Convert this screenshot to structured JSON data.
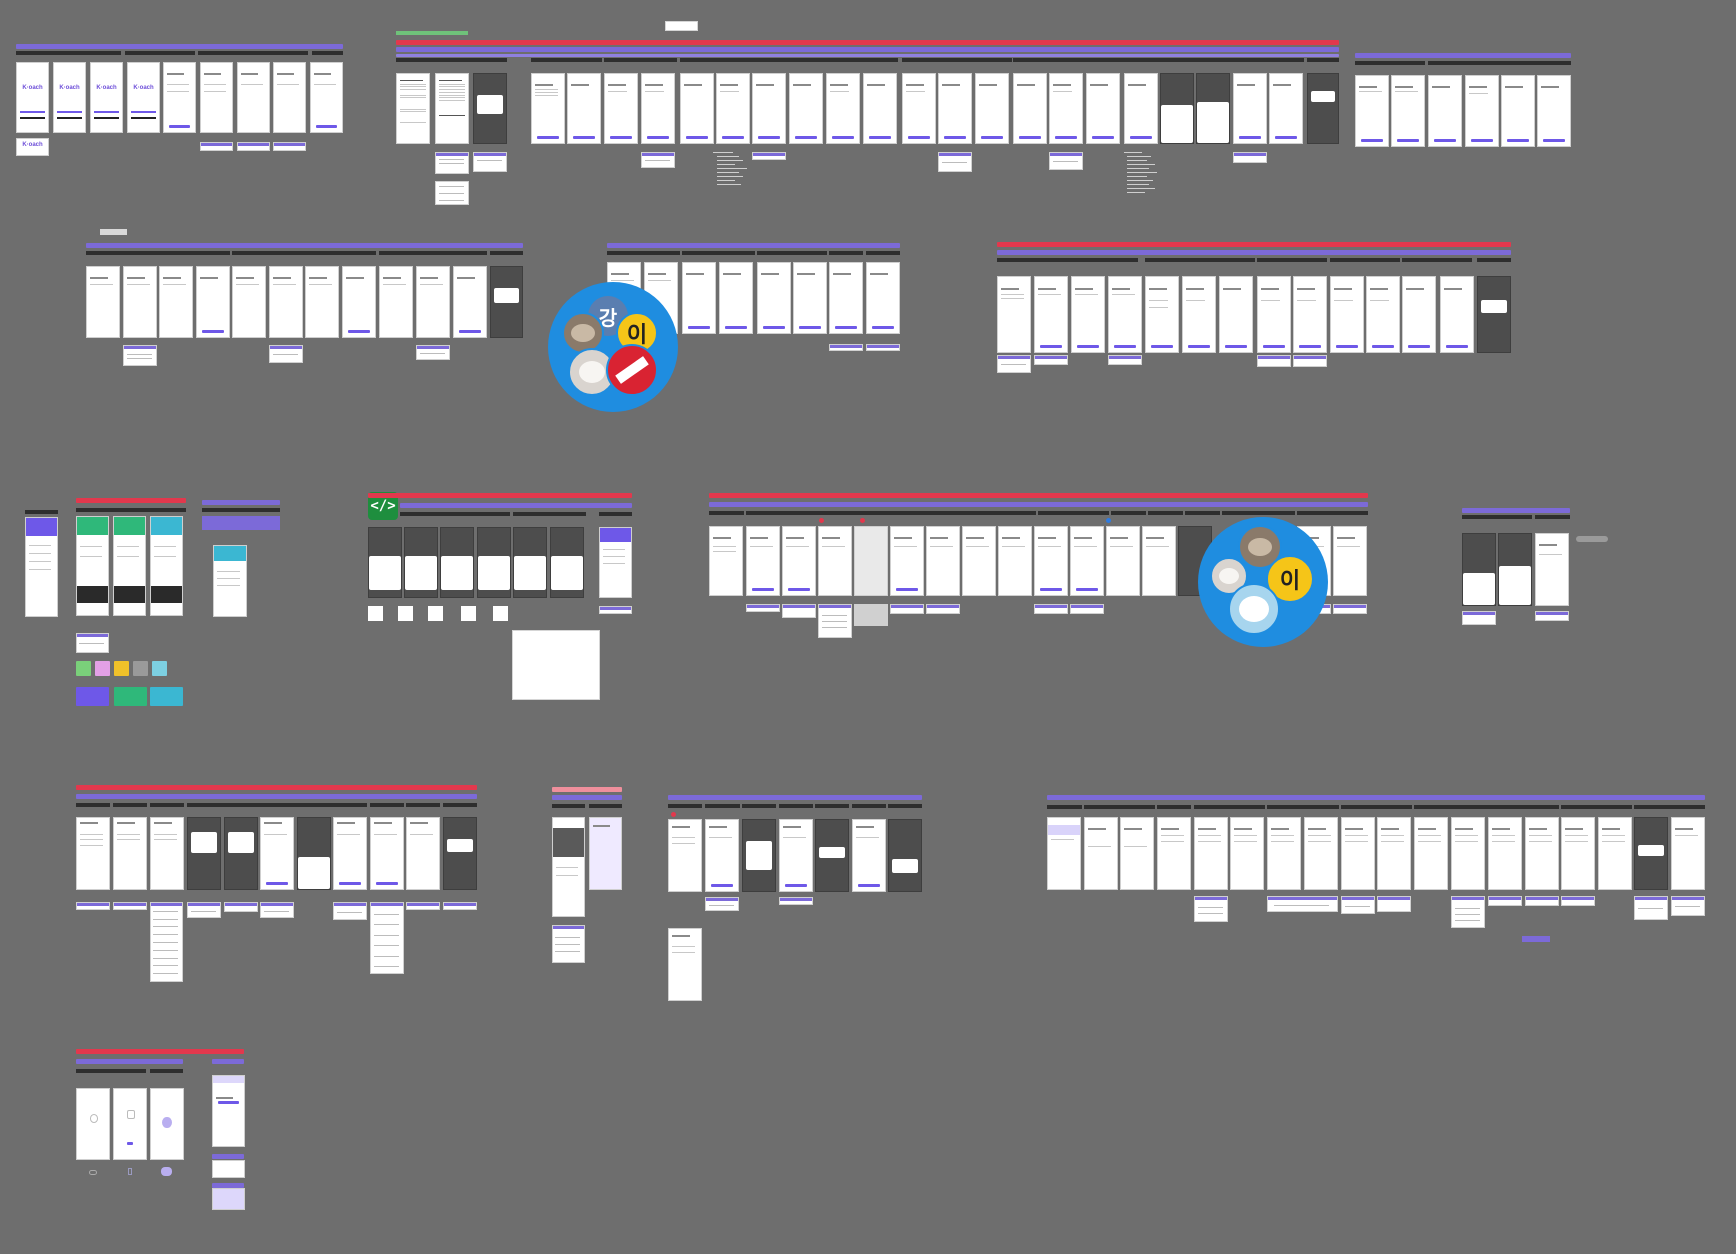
{
  "canvas": {
    "background": "#6e6e6e"
  },
  "brand": {
    "wordmark": "K·oach",
    "accent": "#6e4fd9",
    "section_red": "#e2384d",
    "section_purple": "#7c6ad8"
  },
  "collaborators": {
    "cluster_top": [
      {
        "name": "avatar-kang",
        "glyph": "강"
      },
      {
        "name": "avatar-lee",
        "glyph": "이"
      }
    ],
    "cluster_mid": [
      {
        "name": "avatar-lee",
        "glyph": "이"
      }
    ]
  },
  "code_icon": {
    "glyph": "</>"
  }
}
